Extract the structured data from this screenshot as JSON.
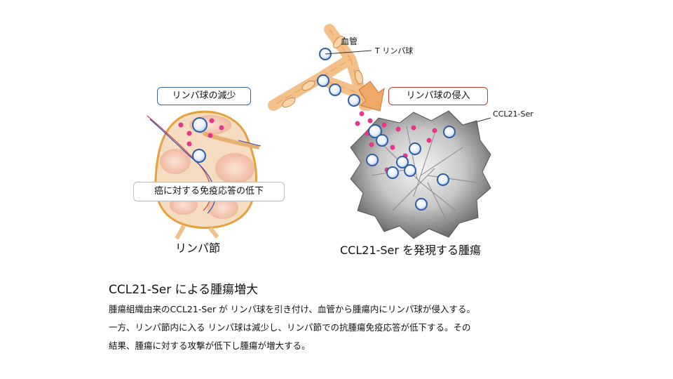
{
  "diagram": {
    "labels": {
      "blood_vessel": "血管",
      "t_lymphocyte": "T リンパ球",
      "ccl21_ser": "CCL21-Ser",
      "lymphocyte_decrease": "リンパ球の減少",
      "lymphocyte_infiltration": "リンパ球の侵入",
      "reduced_immunity": "癌に対する免疫応答の低下",
      "lymph_node": "リンパ節",
      "tumor": "CCL21-Ser を発現する腫瘍"
    },
    "colors": {
      "vessel": "#f3c08a",
      "node_fill": "#f6dcc0",
      "node_border": "#e8a13a",
      "chemokine": "#e8358a",
      "cell_ring": "#2f5fa8",
      "arrow": "#f0a868",
      "box_blue": "#3a5fb0",
      "box_red": "#c0392b"
    }
  },
  "caption": {
    "title": "CCL21-Ser による腫瘍増大",
    "lines": [
      "腫瘍組織由来のCCL21-Ser が リンパ球を引き付け、血管から腫瘍内にリンパ球が侵入する。",
      "一方、リンパ節内に入る リンパ球は減少し、リンパ節での抗腫瘍免疫応答が低下する。その",
      "結果、腫瘍に対する攻撃が低下し腫瘍が増大する。"
    ]
  }
}
